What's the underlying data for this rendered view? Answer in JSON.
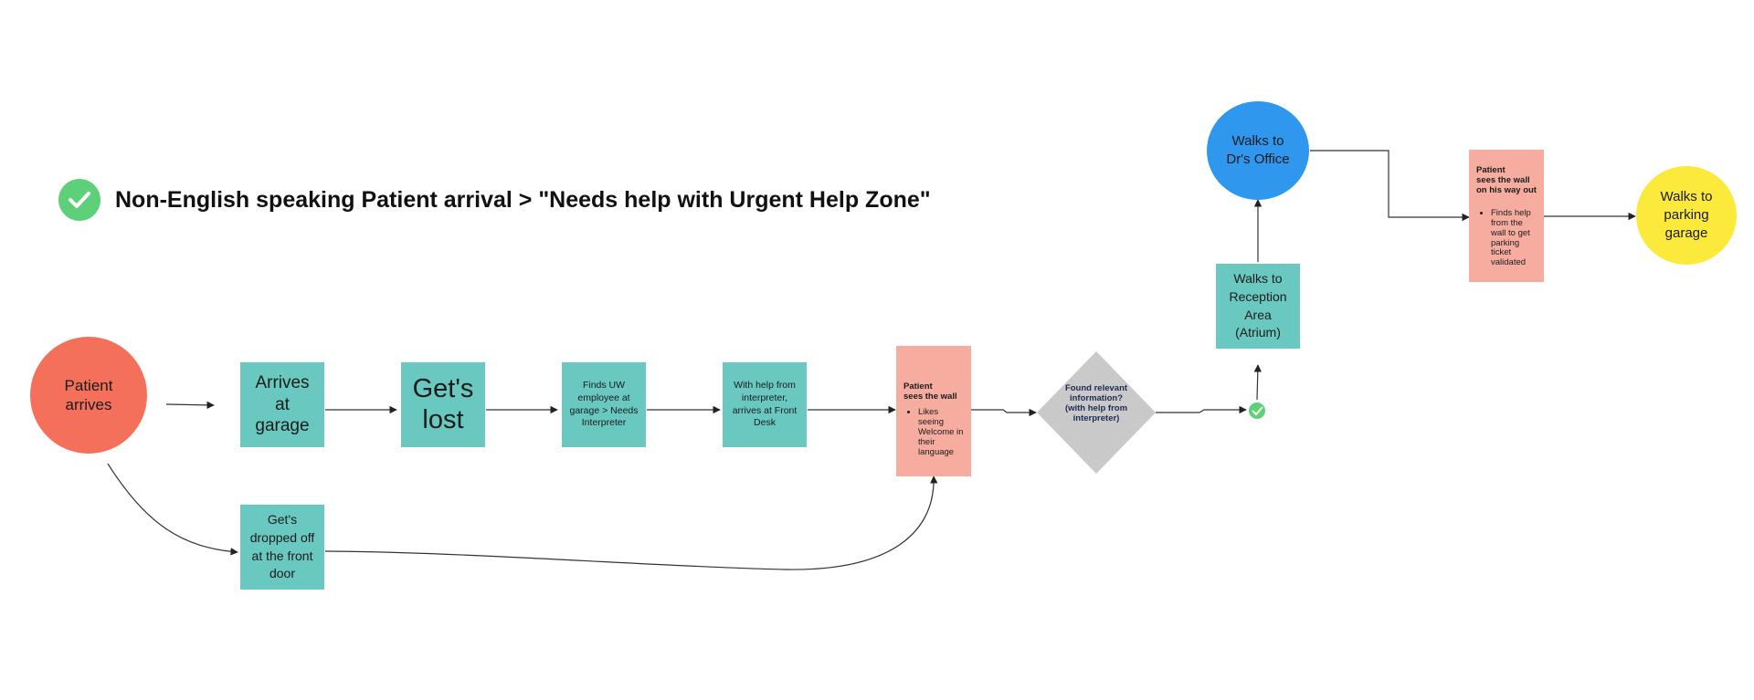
{
  "title": "Non-English speaking Patient arrival > \"Needs help with Urgent Help Zone\"",
  "colors": {
    "teal": "#69c8c0",
    "pink": "#f6ada0",
    "start_circle": "#f4705a",
    "office_circle": "#2f97ee",
    "end_circle": "#fbea3c",
    "decision": "#c9c9c9",
    "check": "#5fd07a"
  },
  "nodes": {
    "patient_arrives": "Patient arrives",
    "arrives_at_garage": "Arrives at garage",
    "gets_lost": "Get's lost",
    "finds_uw_employee": "Finds UW employee at garage > Needs Interpreter",
    "with_help_interpreter": "With help from interpreter, arrives at Front Desk",
    "dropped_off": "Get's dropped off at the front door",
    "walks_to_reception": "Walks to Reception Area (Atrium)",
    "walks_to_office": "Walks to Dr's Office",
    "walks_to_garage": "Walks to parking garage"
  },
  "note1": {
    "heading_line1": "Patient",
    "heading_line2": "sees the wall",
    "bullet": "Likes seeing Welcome in their language"
  },
  "decision": {
    "text": "Found relevant information? (with help from interpreter)"
  },
  "note2": {
    "heading_line1": "Patient",
    "heading_line2": "sees the wall on his way out",
    "bullet": "Finds help from the wall to get parking ticket validated"
  }
}
